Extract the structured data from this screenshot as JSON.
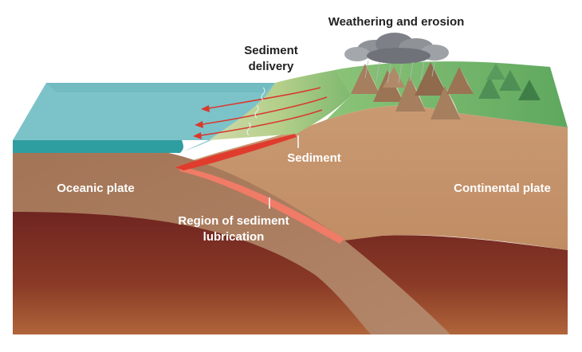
{
  "labels": {
    "weathering": "Weathering and erosion",
    "sediment_delivery_1": "Sediment",
    "sediment_delivery_2": "delivery",
    "sediment": "Sediment",
    "oceanic_plate": "Oceanic plate",
    "continental_plate": "Continental plate",
    "lubrication_1": "Region of sediment",
    "lubrication_2": "lubrication"
  },
  "colors": {
    "ocean_top": "#7cc3c9",
    "ocean_front": "#2f9ea0",
    "oceanic_crust": "#a9795a",
    "continental_crust": "#c99a72",
    "mantle": "#7a2a22",
    "sediment_lubrication": "#e94b3c",
    "land_green": "#6fb06a",
    "arrows": "#d83a2e"
  }
}
